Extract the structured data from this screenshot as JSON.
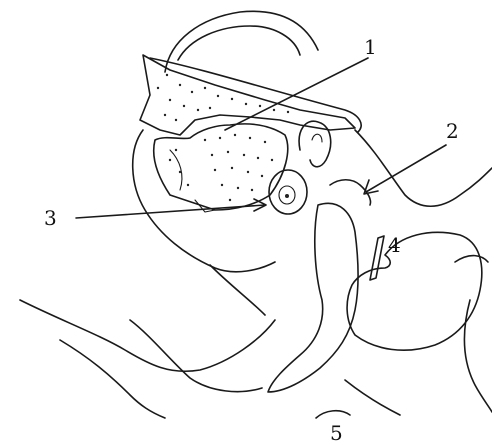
{
  "labels": [
    {
      "id": "1",
      "text": "1"
    },
    {
      "id": "2",
      "text": "2"
    },
    {
      "id": "3",
      "text": "3"
    },
    {
      "id": "4",
      "text": "4"
    },
    {
      "id": "5",
      "text": "5"
    }
  ],
  "colors": {
    "ink": "#1a1a1a",
    "paper": "#ffffff"
  }
}
